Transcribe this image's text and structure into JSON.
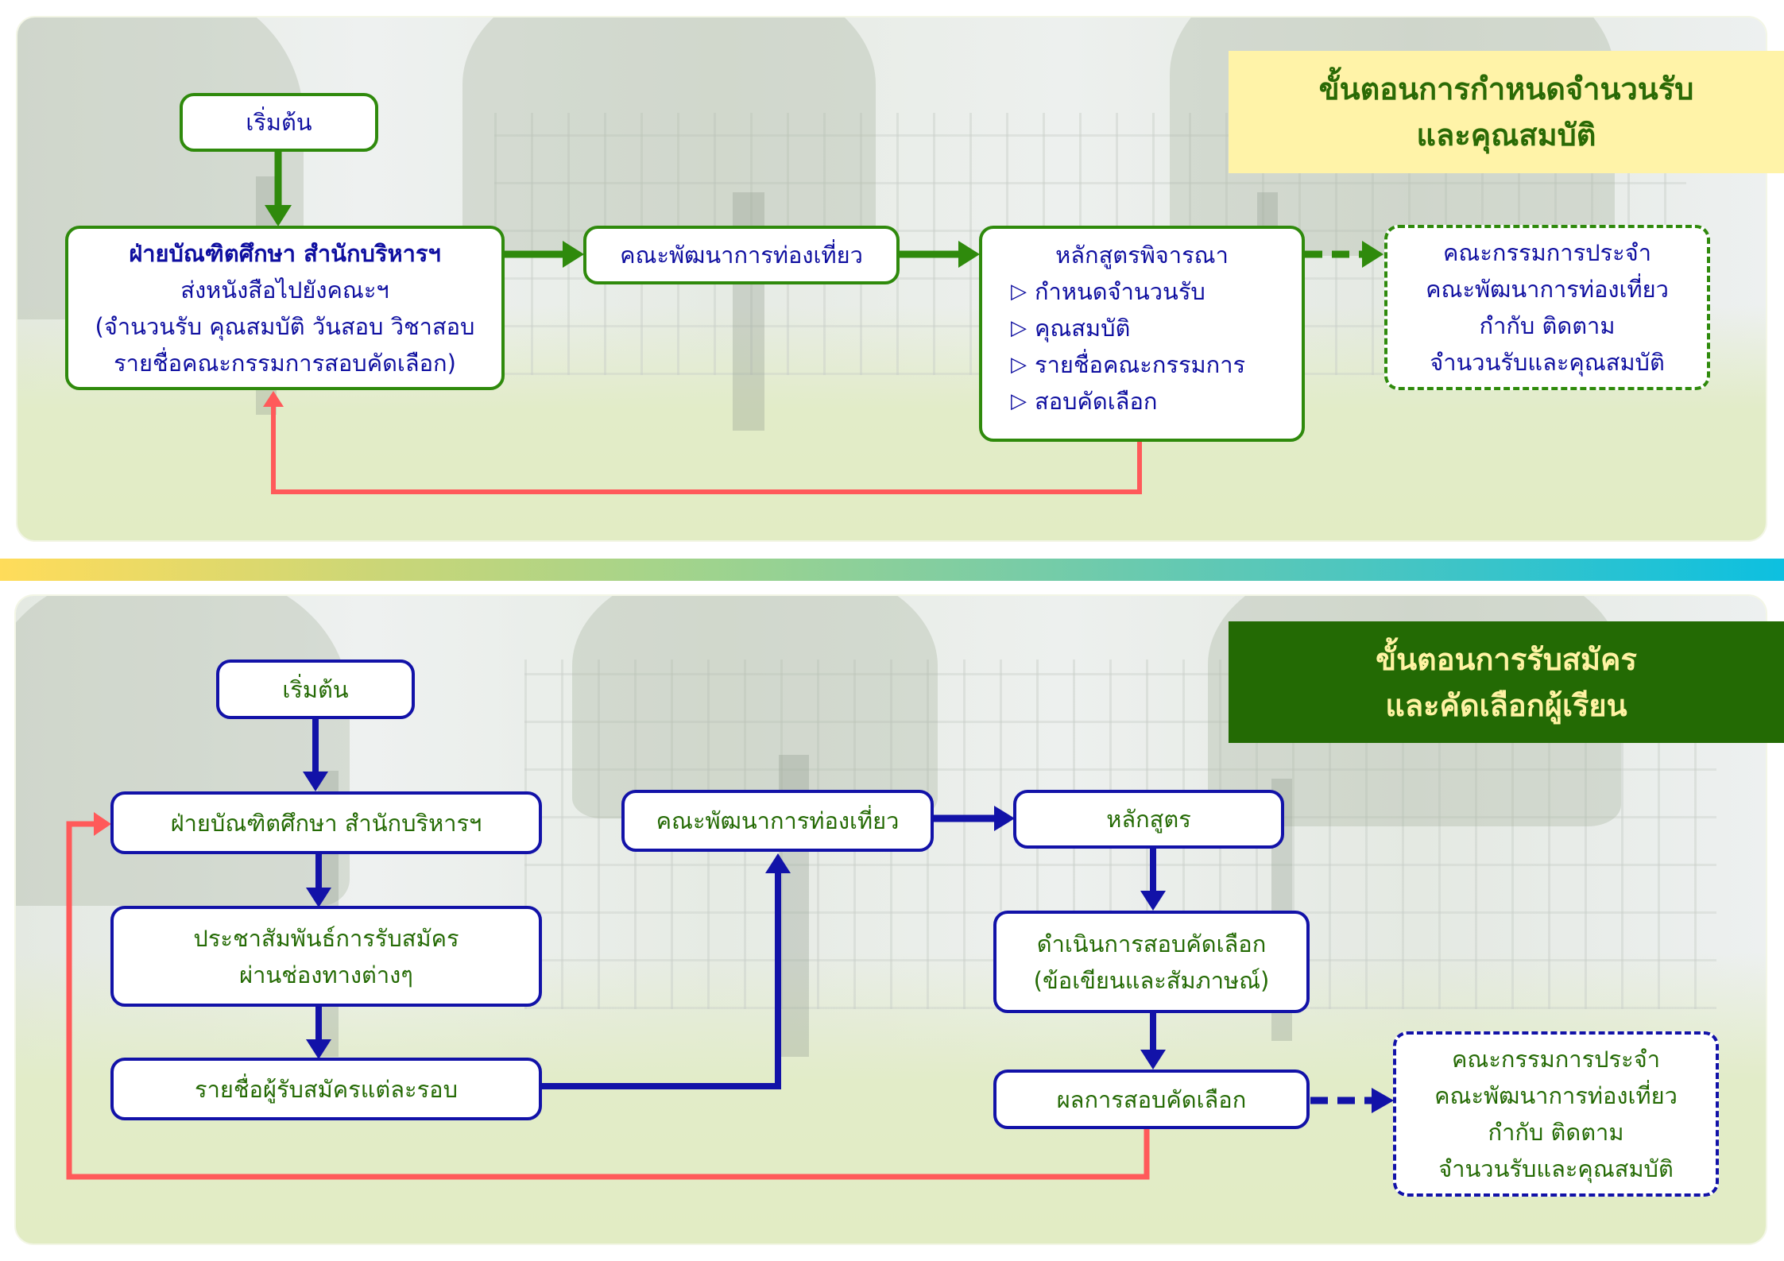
{
  "colors": {
    "green_flow": "#2F8A0C",
    "blue_flow": "#1212A8",
    "red_feedback": "#FF5A5A",
    "top_title_bg": "#FFF3A8",
    "top_title_text": "#2A6A05",
    "bottom_title_bg": "#236A04",
    "bottom_title_text": "#FFF3A3",
    "gradient_start": "#FFDC5A",
    "gradient_end": "#0DC0E0"
  },
  "top_section": {
    "title": [
      "ขั้นตอนการกำหนดจำนวนรับ",
      "และคุณสมบัติ"
    ],
    "nodes": {
      "start": "เริ่มต้น",
      "graduate_office": {
        "heading": "ฝ่ายบัณฑิตศึกษา สำนักบริหารฯ",
        "lines": [
          "ส่งหนังสือไปยังคณะฯ",
          "(จำนวนรับ คุณสมบัติ วันสอบ วิชาสอบ",
          "รายชื่อคณะกรรมการสอบคัดเลือก)"
        ]
      },
      "faculty": "คณะพัฒนาการท่องเที่ยว",
      "curriculum": {
        "heading": "หลักสูตรพิจารณา",
        "bullet_icon": "▷",
        "bullets": [
          "กำหนดจำนวนรับ",
          "คุณสมบัติ",
          "รายชื่อคณะกรรมการ",
          "สอบคัดเลือก"
        ]
      },
      "committee": [
        "คณะกรรมการประจำ",
        "คณะพัฒนาการท่องเที่ยว",
        "กำกับ ติดตาม",
        "จำนวนรับและคุณสมบัติ"
      ]
    }
  },
  "bottom_section": {
    "title": [
      "ขั้นตอนการรับสมัคร",
      "และคัดเลือกผู้เรียน"
    ],
    "nodes": {
      "start": "เริ่มต้น",
      "graduate_office": "ฝ่ายบัณฑิตศึกษา สำนักบริหารฯ",
      "publicize": [
        "ประชาสัมพันธ์การรับสมัคร",
        "ผ่านช่องทางต่างๆ"
      ],
      "applicant_list": "รายชื่อผู้รับสมัครแต่ละรอบ",
      "faculty": "คณะพัฒนาการท่องเที่ยว",
      "curriculum": "หลักสูตร",
      "conduct_exam": [
        "ดำเนินการสอบคัดเลือก",
        "(ข้อเขียนและสัมภาษณ์)"
      ],
      "exam_result": "ผลการสอบคัดเลือก",
      "committee": [
        "คณะกรรมการประจำ",
        "คณะพัฒนาการท่องเที่ยว",
        "กำกับ ติดตาม",
        "จำนวนรับและคุณสมบัติ"
      ]
    }
  }
}
